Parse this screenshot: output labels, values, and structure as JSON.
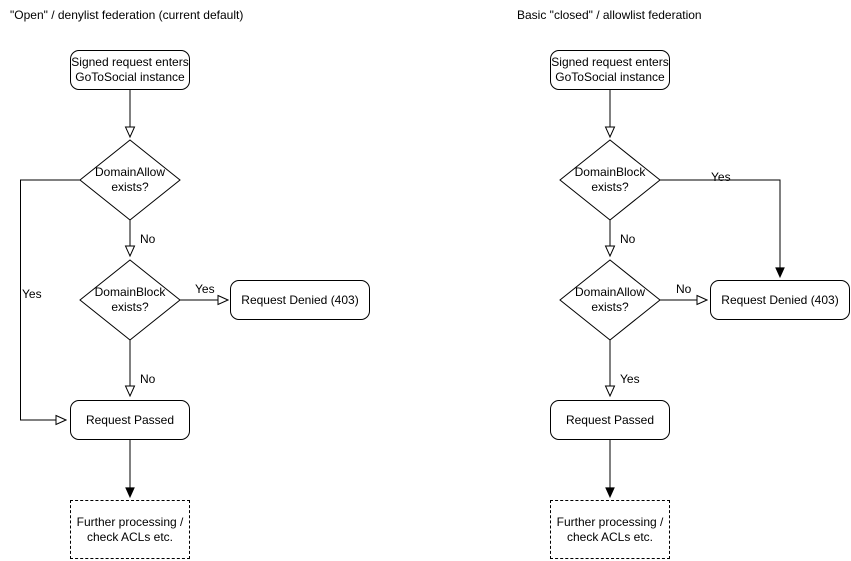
{
  "diagram": {
    "background": "#ffffff",
    "stroke_color": "#000000",
    "text_color": "#000000"
  },
  "charts": [
    {
      "title": "\"Open\" / denylist federation (current default)",
      "nodes": {
        "start": {
          "line1": "Signed request enters",
          "line2": "GoToSocial instance"
        },
        "decision1": {
          "line1": "DomainAllow",
          "line2": "exists?"
        },
        "decision2": {
          "line1": "DomainBlock",
          "line2": "exists?"
        },
        "denied": {
          "label": "Request Denied (403)"
        },
        "passed": {
          "label": "Request Passed"
        },
        "further": {
          "line1": "Further processing /",
          "line2": "check ACLs etc."
        }
      },
      "edge_labels": {
        "decision1_no": "No",
        "decision1_yes": "Yes",
        "decision2_yes": "Yes",
        "decision2_no": "No"
      }
    },
    {
      "title": "Basic \"closed\" / allowlist federation",
      "nodes": {
        "start": {
          "line1": "Signed request enters",
          "line2": "GoToSocial instance"
        },
        "decision1": {
          "line1": "DomainBlock",
          "line2": "exists?"
        },
        "decision2": {
          "line1": "DomainAllow",
          "line2": "exists?"
        },
        "denied": {
          "label": "Request Denied (403)"
        },
        "passed": {
          "label": "Request Passed"
        },
        "further": {
          "line1": "Further processing /",
          "line2": "check ACLs etc."
        }
      },
      "edge_labels": {
        "decision1_yes": "Yes",
        "decision1_no": "No",
        "decision2_no": "No",
        "decision2_yes": "Yes"
      }
    }
  ]
}
